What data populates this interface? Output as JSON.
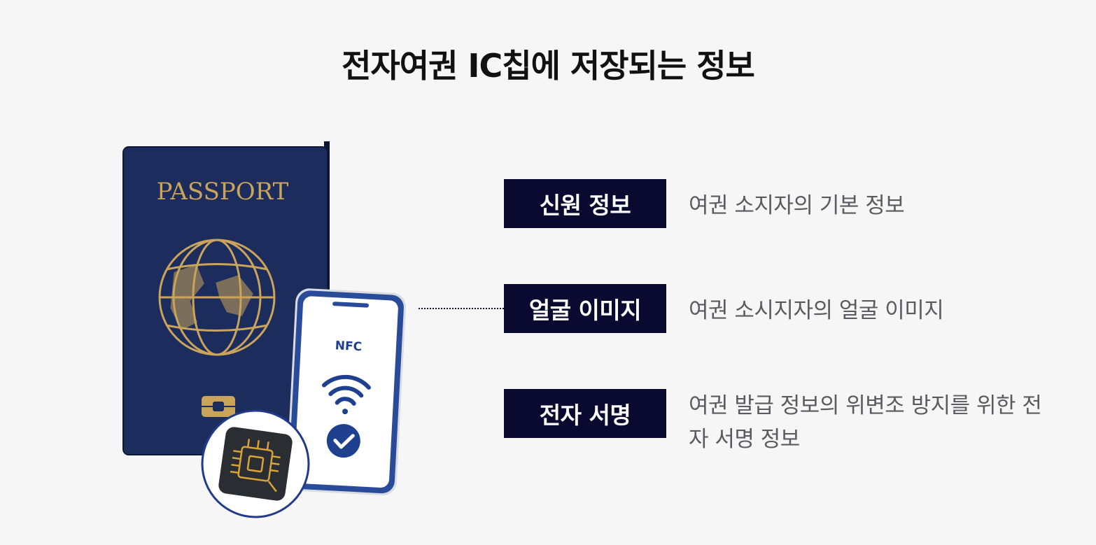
{
  "title": "전자여권 IC칩에 저장되는 정보",
  "illustration": {
    "passport_text": "PASSPORT",
    "phone_text": "NFC"
  },
  "items": [
    {
      "label": "신원 정보",
      "description": "여권 소지자의 기본 정보"
    },
    {
      "label": "얼굴 이미지",
      "description": "여권 소시지자의 얼굴 이미지"
    },
    {
      "label": "전자 서명",
      "description": "여권 발급 정보의 위변조 방지를 위한 전자 서명 정보"
    }
  ],
  "colors": {
    "label_bg": "#0a0a30",
    "passport_cover": "#1c2c5c",
    "gold": "#c9a45a",
    "accent_blue": "#2a4a9a"
  }
}
